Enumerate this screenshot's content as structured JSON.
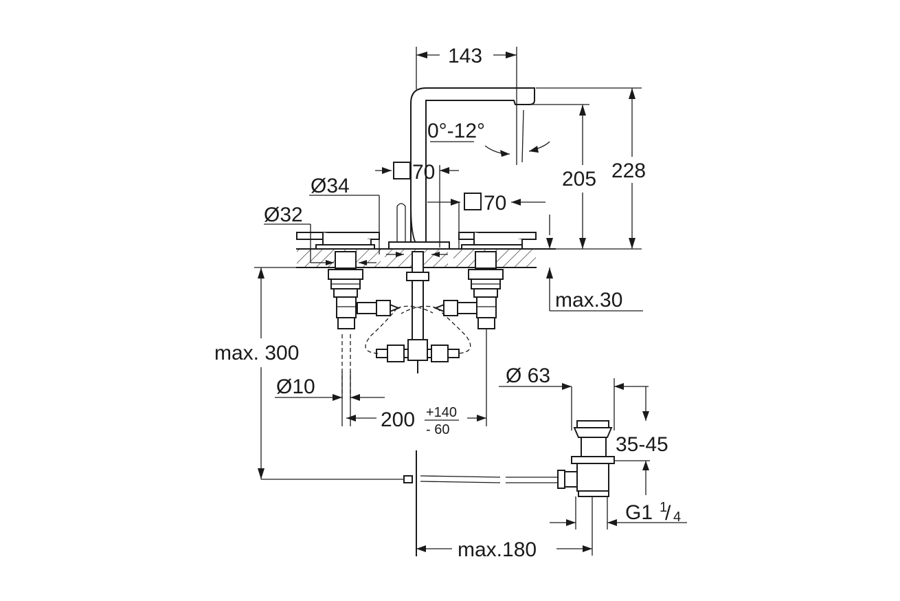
{
  "dimensions": {
    "spout_reach": "143",
    "swivel_angle": "0°-12°",
    "spout_body_height": "205",
    "total_height": "228",
    "square_spout": "70",
    "square_handle": "70",
    "dia_spout_base": "Ø34",
    "dia_handle_base": "Ø32",
    "max_deck": "max.30",
    "max_tail": "max. 300",
    "dia_pipe": "Ø10",
    "spread_base": "200",
    "spread_plus": "+140",
    "spread_minus": "- 60",
    "dia_drain": "Ø 63",
    "drain_range": "35-45",
    "thread_main": "G1",
    "thread_frac_num": "1",
    "thread_frac_den": "4",
    "pop_up_reach": "max.180"
  }
}
